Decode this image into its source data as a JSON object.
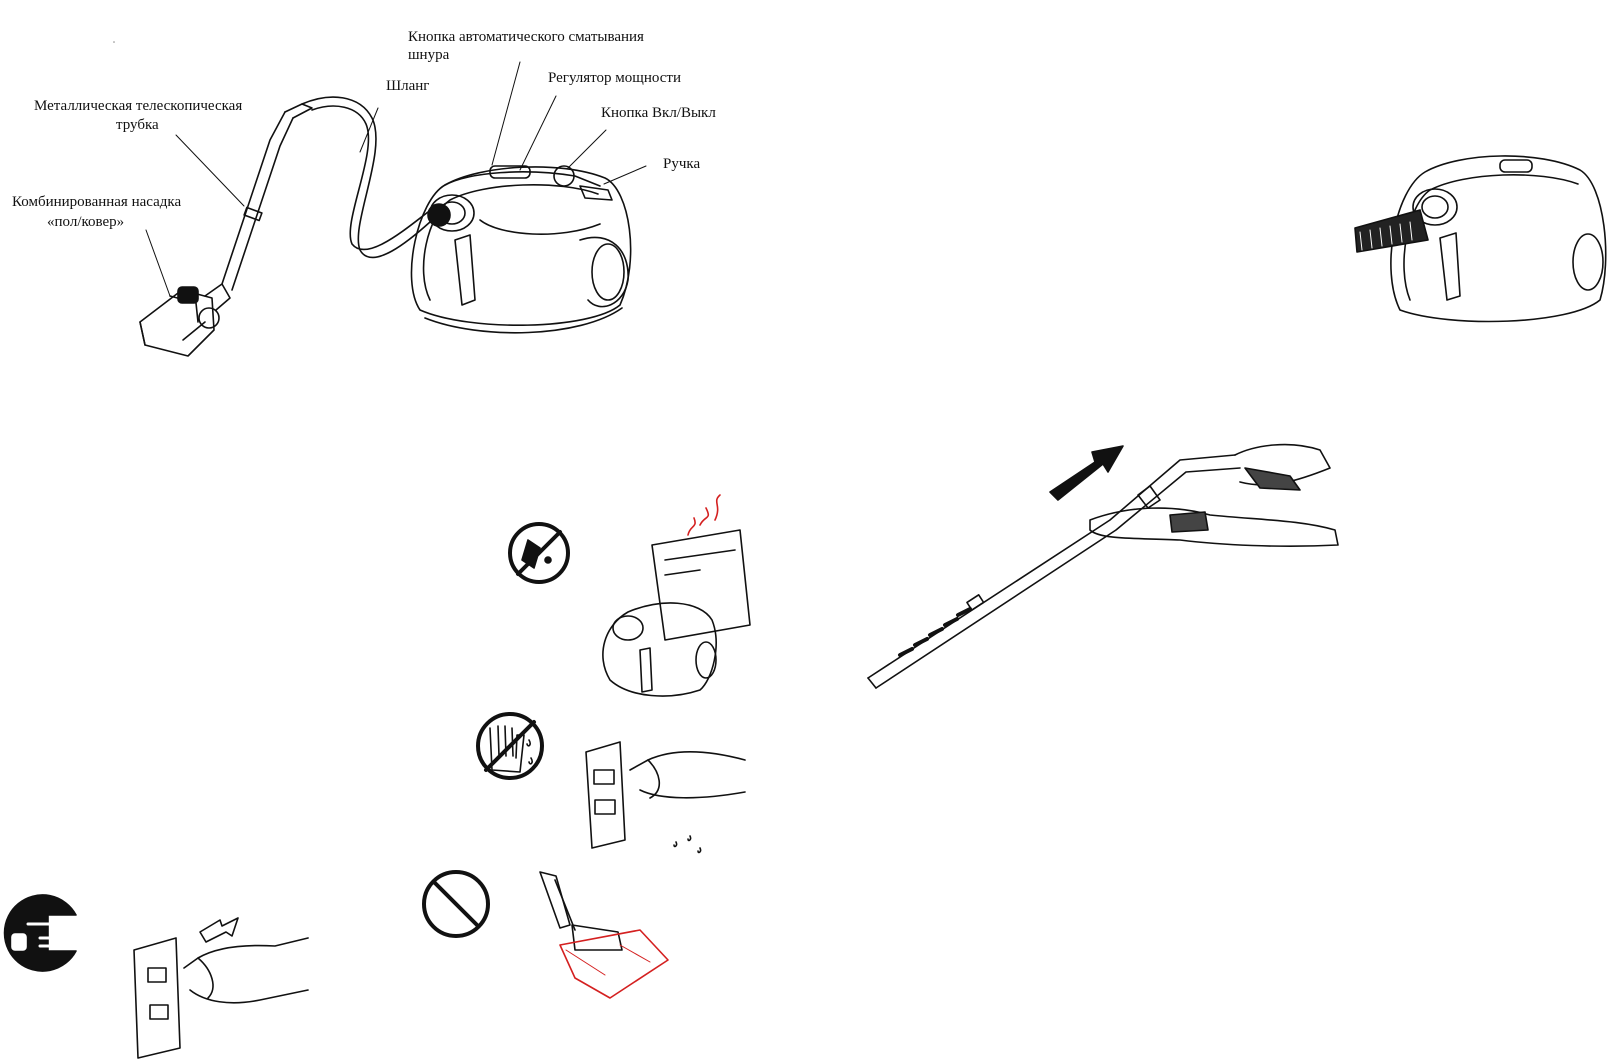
{
  "page": {
    "labels": {
      "cord_rewind_button_line1": "Кнопка автоматического сматывания",
      "cord_rewind_button_line2": "шнура",
      "power_regulator": "Регулятор мощности",
      "hose": "Шланг",
      "on_off_button": "Кнопка Вкл/Выкл",
      "handle": "Ручка",
      "metal_tube_line1": "Металлическая телескопическая",
      "metal_tube_line2": "трубка",
      "floor_nozzle_line1": "Комбинированная насадка",
      "floor_nozzle_line2": "«пол/ковер»"
    },
    "icons": [
      "no-liquid-icon",
      "no-wet-hands-icon",
      "no-sign-icon",
      "unplug-icon"
    ],
    "colors": {
      "ink": "#111111",
      "accent_red": "#d42020"
    }
  }
}
